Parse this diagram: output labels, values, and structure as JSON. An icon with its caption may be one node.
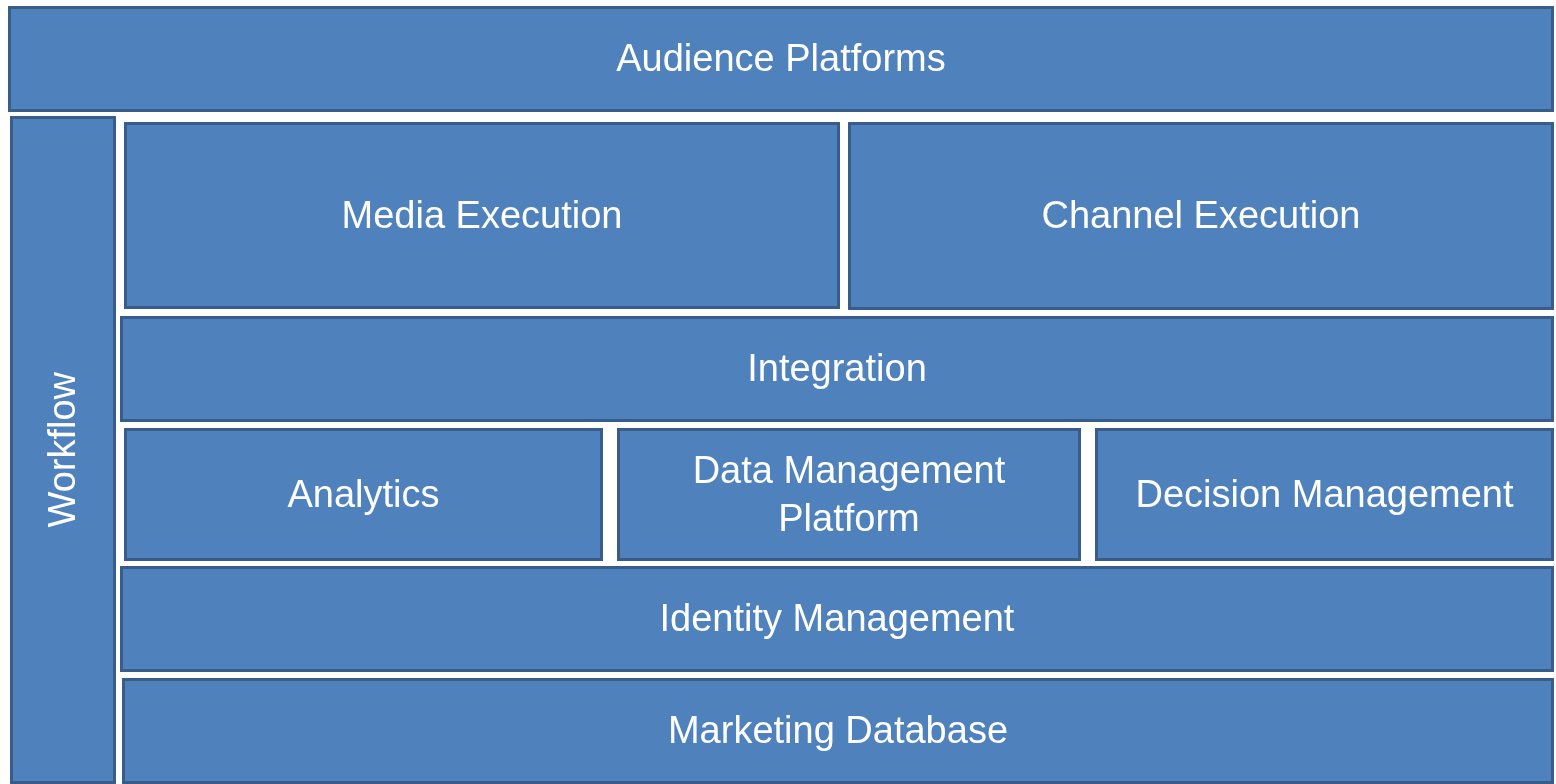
{
  "diagram": {
    "nodes": [
      {
        "text": [
          "Audience Platforms"
        ]
      },
      {
        "text": [
          "Workflow"
        ]
      },
      {
        "text": [
          "Media Execution"
        ]
      },
      {
        "text": [
          "Channel Execution"
        ]
      },
      {
        "text": [
          "Integration"
        ]
      },
      {
        "text": [
          "Analytics"
        ]
      },
      {
        "text": [
          "Data Management Platform"
        ]
      },
      {
        "text": [
          "Decision Management"
        ]
      },
      {
        "text": [
          "Identity Management"
        ]
      },
      {
        "text": [
          "Marketing Database"
        ]
      }
    ]
  }
}
